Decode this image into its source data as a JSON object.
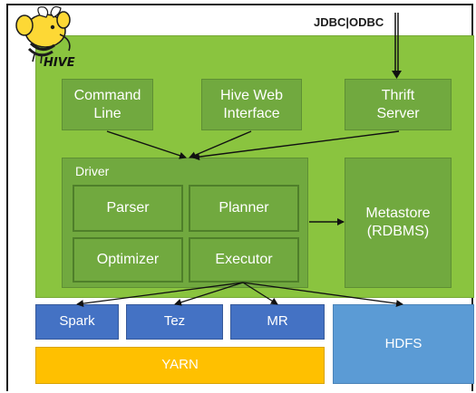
{
  "logo": {
    "text": "HIVE"
  },
  "input": {
    "label": "JDBC|ODBC"
  },
  "clients": {
    "command_line": "Command Line",
    "web_interface": "Hive Web Interface",
    "thrift_server": "Thrift Server"
  },
  "driver": {
    "label": "Driver",
    "parser": "Parser",
    "planner": "Planner",
    "optimizer": "Optimizer",
    "executor": "Executor"
  },
  "metastore": {
    "label": "Metastore (RDBMS)"
  },
  "engines": {
    "spark": "Spark",
    "tez": "Tez",
    "mr": "MR"
  },
  "storage": {
    "hdfs": "HDFS",
    "yarn": "YARN"
  },
  "colors": {
    "hive_outer": "#8ac43f",
    "hive_inner": "#71a93f",
    "engines": "#4472c4",
    "hdfs": "#5b9bd5",
    "yarn": "#ffc000",
    "arrows": "#111111"
  }
}
